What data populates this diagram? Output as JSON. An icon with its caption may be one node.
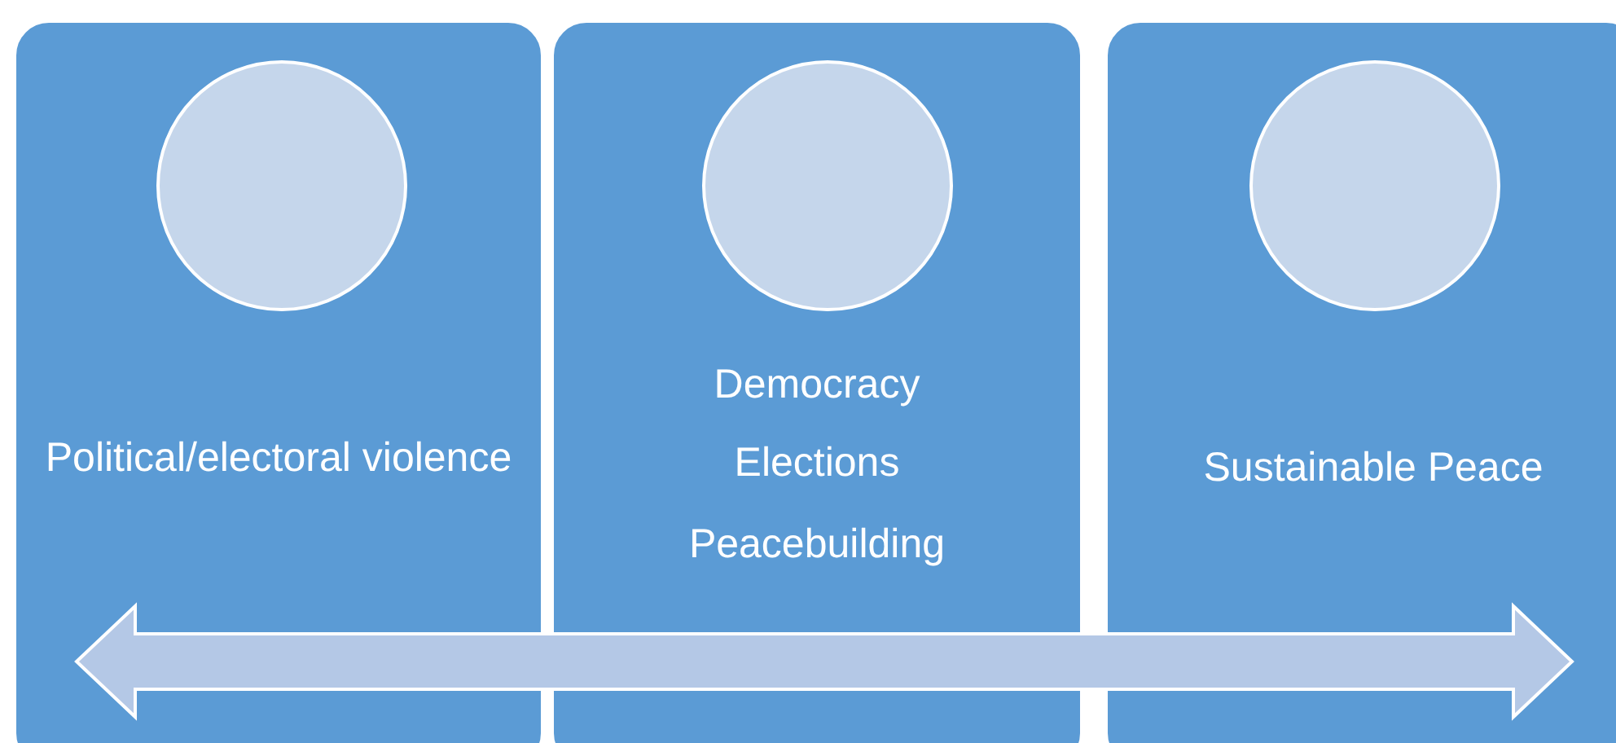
{
  "diagram": {
    "nodes": [
      {
        "text": [
          "Political/electoral violence"
        ]
      },
      {
        "text": [],
        "shape": "circle",
        "in": 0
      },
      {
        "text": [
          "Democracy",
          "Elections",
          "Peacebuilding"
        ]
      },
      {
        "text": [],
        "shape": "circle",
        "in": 2
      },
      {
        "text": [
          "Sustainable Peace"
        ]
      },
      {
        "text": [],
        "shape": "circle",
        "in": 4
      }
    ]
  }
}
